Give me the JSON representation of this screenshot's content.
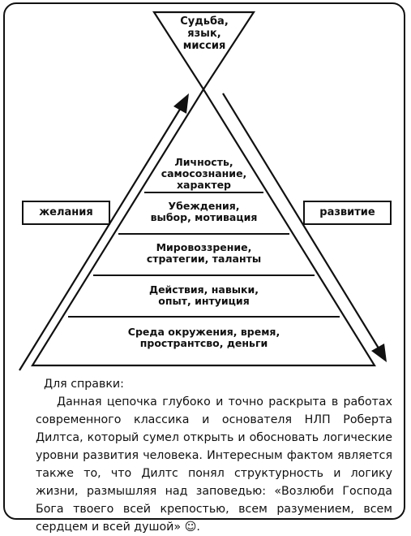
{
  "apex": "Судьба,\nязык,\nмиссия",
  "levels": [
    "Личность,\nсамосознание,\nхарактер",
    "Убеждения,\nвыбор, мотивация",
    "Мировоззрение,\nстратегии, таланты",
    "Действия, навыки,\nопыт, интуиция",
    "Среда окружения, время,\nпространтсво, деньги"
  ],
  "left_label": "желания",
  "right_label": "развитие",
  "note": {
    "title": "Для справки:",
    "text": "Данная цепочка глубоко и точно раскрыта в работах современного классика и основателя НЛП Роберта Дилтса, который сумел открыть и обосновать логические уровни развития человека. Интересным фактом является также то, что Дилтс понял структурность и логику жизни, размышляя над заповедью: «Возлюби Господа Бога твоего всей крепостью, всем разумением, всем сердцем и всей душой» ☺."
  }
}
